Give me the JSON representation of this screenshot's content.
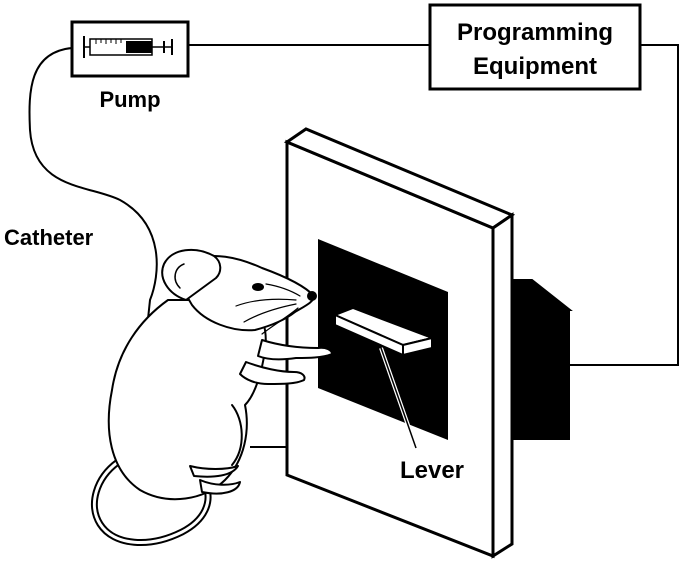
{
  "labels": {
    "programming_equipment_line1": "Programming",
    "programming_equipment_line2": "Equipment",
    "pump": "Pump",
    "catheter": "Catheter",
    "lever": "Lever"
  },
  "colors": {
    "ink": "#000000",
    "paper": "#ffffff"
  }
}
